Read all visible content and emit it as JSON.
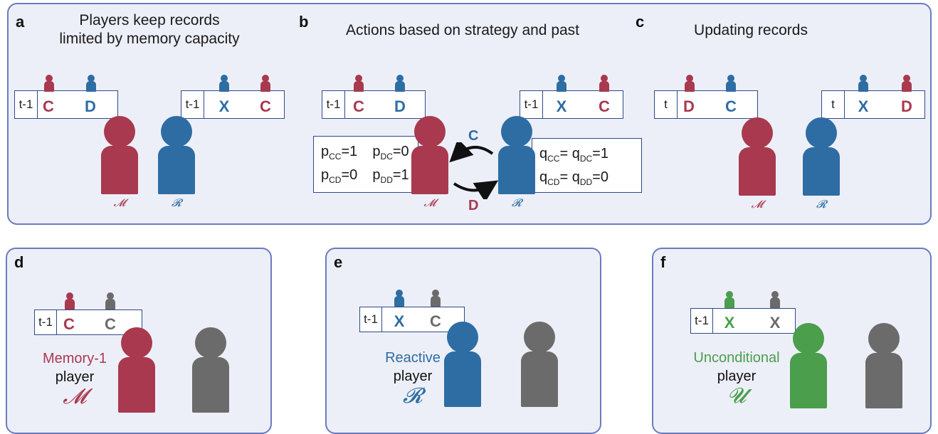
{
  "colors": {
    "memory_red": "#a8394f",
    "reactive_blue": "#2e6da4",
    "unconditional_green": "#4a9e4c",
    "opponent_gray": "#6b6b6b",
    "panel_fill": "#edeff8",
    "panel_border": "#6b7bbf"
  },
  "panels": {
    "a": {
      "label": "a",
      "title_line1": "Players keep records",
      "title_line2": "limited by memory capacity",
      "record_m": {
        "time": "t-1",
        "own": "C",
        "other": "D"
      },
      "record_r": {
        "time": "t-1",
        "own": "X",
        "other": "C"
      },
      "sym_m": "𝓜",
      "sym_r": "𝓡"
    },
    "b": {
      "label": "b",
      "title": "Actions based on strategy and past",
      "record_m": {
        "time": "t-1",
        "own": "C",
        "other": "D"
      },
      "record_r": {
        "time": "t-1",
        "own": "X",
        "other": "C"
      },
      "strategy_m": {
        "p_cc_pre": "p",
        "p_cc_sub": "CC",
        "p_cc_val": "=1",
        "p_dc_pre": "p",
        "p_dc_sub": "DC",
        "p_dc_val": "=0",
        "p_cd_pre": "p",
        "p_cd_sub": "CD",
        "p_cd_val": "=0",
        "p_dd_pre": "p",
        "p_dd_sub": "DD",
        "p_dd_val": "=1"
      },
      "strategy_r": {
        "q_cc_pre": "q",
        "q_cc_sub": "CC",
        "q_eq1": "= q",
        "q_dc_sub": "DC",
        "q_val1": "=1",
        "q_cd_pre": "q",
        "q_cd_sub": "CD",
        "q_eq2": "= q",
        "q_dd_sub": "DD",
        "q_val2": "=0"
      },
      "action_r_to_m": "C",
      "action_m_to_r": "D",
      "sym_m": "𝓜",
      "sym_r": "𝓡"
    },
    "c": {
      "label": "c",
      "title": "Updating records",
      "record_m": {
        "time": "t",
        "own": "D",
        "other": "C"
      },
      "record_r": {
        "time": "t",
        "own": "X",
        "other": "D"
      },
      "sym_m": "𝓜",
      "sym_r": "𝓡"
    },
    "d": {
      "label": "d",
      "record": {
        "time": "t-1",
        "own": "C",
        "other": "C"
      },
      "type_name": "Memory-1",
      "player_word": "player",
      "sym": "𝓜"
    },
    "e": {
      "label": "e",
      "record": {
        "time": "t-1",
        "own": "X",
        "other": "C"
      },
      "type_name": "Reactive",
      "player_word": "player",
      "sym": "𝓡"
    },
    "f": {
      "label": "f",
      "record": {
        "time": "t-1",
        "own": "X",
        "other": "X"
      },
      "type_name": "Unconditional",
      "player_word": "player",
      "sym": "𝓤"
    }
  }
}
